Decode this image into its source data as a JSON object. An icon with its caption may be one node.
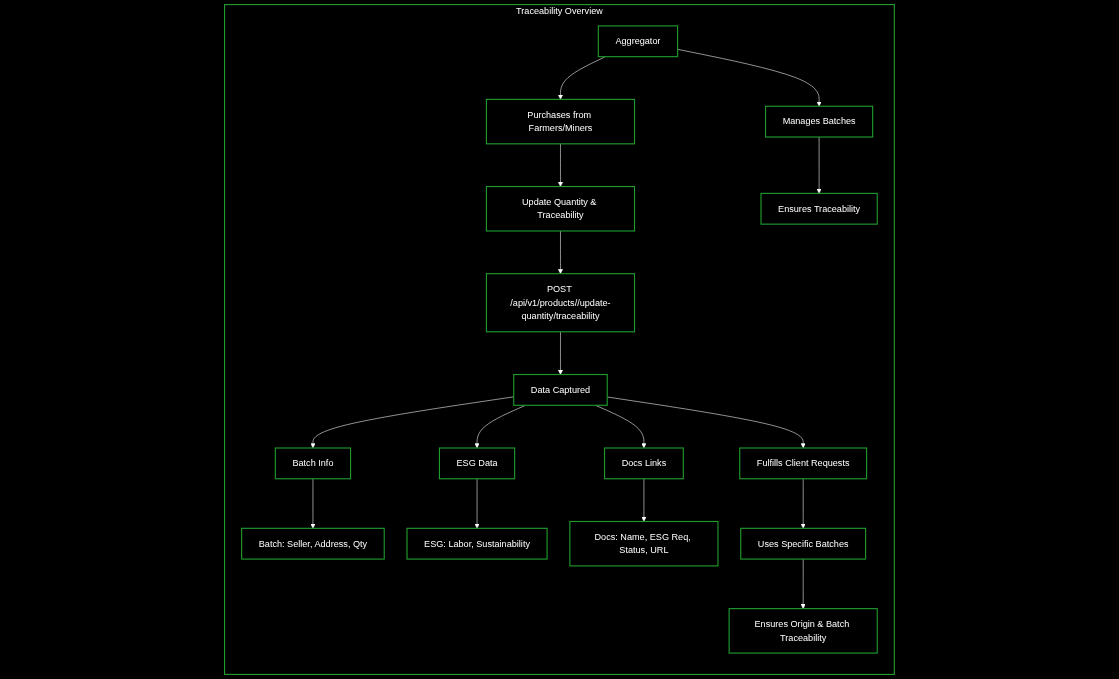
{
  "diagram": {
    "nodes": [
      {
        "text": [
          "Traceability Overview"
        ]
      },
      {
        "text": [
          "Aggregator"
        ],
        "in": 0
      },
      {
        "text": [
          "Purchases from Farmers/Miners"
        ],
        "in": 0
      },
      {
        "text": [
          "Manages Batches"
        ],
        "in": 0
      },
      {
        "text": [
          "Update Quantity & Traceability"
        ],
        "in": 0
      },
      {
        "text": [
          "Ensures Traceability"
        ],
        "in": 0
      },
      {
        "text": [
          "POST /api/v1/products//update-quantity/traceability"
        ],
        "in": 0
      },
      {
        "text": [
          "Data Captured"
        ],
        "in": 0
      },
      {
        "text": [
          "Batch Info"
        ],
        "in": 0
      },
      {
        "text": [
          "ESG Data"
        ],
        "in": 0
      },
      {
        "text": [
          "Docs Links"
        ],
        "in": 0
      },
      {
        "text": [
          "Fulfills Client Requests"
        ],
        "in": 0
      },
      {
        "text": [
          "Batch: Seller, Address, Qty"
        ],
        "in": 0
      },
      {
        "text": [
          "ESG: Labor, Sustainability"
        ],
        "in": 0
      },
      {
        "text": [
          "Docs: Name, ESG Req, Status, URL"
        ],
        "in": 0
      },
      {
        "text": [
          "Uses Specific Batches"
        ],
        "in": 0
      },
      {
        "text": [
          "Ensures Origin & Batch Traceability"
        ],
        "in": 0
      }
    ],
    "edges": [
      {
        "from": 1,
        "to": 2,
        "arrow": "to"
      },
      {
        "from": 1,
        "to": 3,
        "arrow": "to"
      },
      {
        "from": 2,
        "to": 4,
        "arrow": "to"
      },
      {
        "from": 3,
        "to": 5,
        "arrow": "to"
      },
      {
        "from": 4,
        "to": 6,
        "arrow": "to"
      },
      {
        "from": 6,
        "to": 7,
        "arrow": "to"
      },
      {
        "from": 7,
        "to": 8,
        "arrow": "to"
      },
      {
        "from": 7,
        "to": 9,
        "arrow": "to"
      },
      {
        "from": 7,
        "to": 10,
        "arrow": "to"
      },
      {
        "from": 7,
        "to": 11,
        "arrow": "to"
      },
      {
        "from": 8,
        "to": 12,
        "arrow": "to"
      },
      {
        "from": 9,
        "to": 13,
        "arrow": "to"
      },
      {
        "from": 10,
        "to": 14,
        "arrow": "to"
      },
      {
        "from": 11,
        "to": 15,
        "arrow": "to"
      },
      {
        "from": 15,
        "to": 16,
        "arrow": "to"
      }
    ]
  }
}
